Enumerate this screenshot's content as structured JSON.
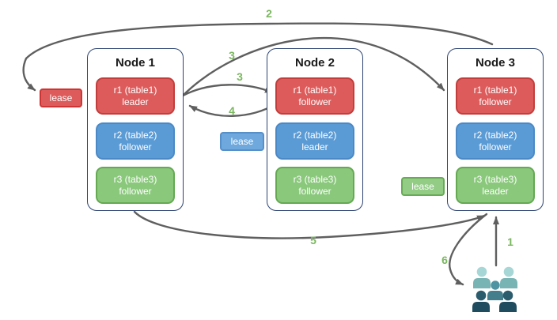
{
  "colors": {
    "canvas_bg": "#ffffff",
    "node_border": "#2d4472",
    "node_title": "#1a1a1a",
    "replica_text": "#ffffff",
    "replica_red": "#dd5b5b",
    "replica_red_border": "#c23e3c",
    "replica_blue": "#5b9bd5",
    "replica_blue_border": "#4a89c6",
    "replica_green": "#8ac87c",
    "replica_green_border": "#65a953",
    "lease_red": "#dd5b5b",
    "lease_red_border": "#ce3433",
    "lease_blue": "#6fa8dc",
    "lease_blue_border": "#5590cb",
    "lease_green": "#93cc85",
    "lease_green_border": "#69aa56",
    "arrow": "#5f5f5f",
    "step_label": "#7ab75f",
    "people_light_head": "#a6d6d5",
    "people_light_body": "#78b4b4",
    "people_mid_head": "#4f94a3",
    "people_mid_body": "#447e8d",
    "people_dark_head": "#2b5c6d",
    "people_dark_body": "#1f4d5f"
  },
  "nodes": [
    {
      "title": "Node 1",
      "replicas": [
        {
          "label": "r1 (table1)",
          "role": "leader",
          "color": "red"
        },
        {
          "label": "r2 (table2)",
          "role": "follower",
          "color": "blue"
        },
        {
          "label": "r3 (table3)",
          "role": "follower",
          "color": "green"
        }
      ]
    },
    {
      "title": "Node 2",
      "replicas": [
        {
          "label": "r1 (table1)",
          "role": "follower",
          "color": "red"
        },
        {
          "label": "r2 (table2)",
          "role": "leader",
          "color": "blue"
        },
        {
          "label": "r3 (table3)",
          "role": "follower",
          "color": "green"
        }
      ]
    },
    {
      "title": "Node 3",
      "replicas": [
        {
          "label": "r1 (table1)",
          "role": "follower",
          "color": "red"
        },
        {
          "label": "r2 (table2)",
          "role": "follower",
          "color": "blue"
        },
        {
          "label": "r3 (table3)",
          "role": "leader",
          "color": "green"
        }
      ]
    }
  ],
  "leases": [
    {
      "label": "lease",
      "color": "red"
    },
    {
      "label": "lease",
      "color": "blue"
    },
    {
      "label": "lease",
      "color": "green"
    }
  ],
  "steps": [
    {
      "label": "1"
    },
    {
      "label": "2"
    },
    {
      "label": "3"
    },
    {
      "label": "3"
    },
    {
      "label": "4"
    },
    {
      "label": "5"
    },
    {
      "label": "6"
    }
  ],
  "icons": {
    "clients": "users-group-icon"
  }
}
